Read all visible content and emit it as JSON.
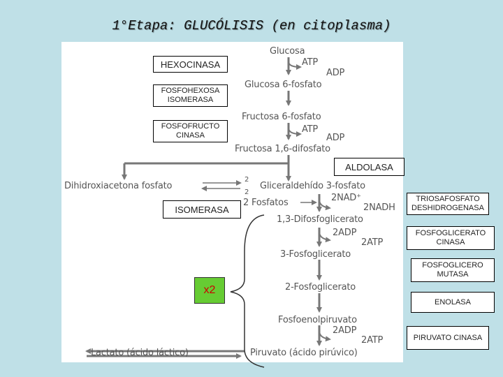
{
  "title": "1°Etapa: GLUCÓLISIS (en citoplasma)",
  "metabolites": {
    "glucosa": "Glucosa",
    "glucosa_6p": "Glucosa 6-fosfato",
    "fructosa_6p": "Fructosa 6-fosfato",
    "fructosa_16dp": "Fructosa 1,6-difosfato",
    "dihidroxiacetona": "Dihidroxiacetona fosfato",
    "gliceraldehido": "Gliceraldehído 3-fosfato",
    "dos_fosfatos": "2 Fosfatos",
    "difosfoglicerato": "1,3-Difosfoglicerato",
    "fosfoglicerato_3": "3-Fosfoglicerato",
    "fosfoglicerato_2": "2-Fosfoglicerato",
    "fosfoenolpiruvato": "Fosfoenolpiruvato",
    "piruvato": "Piruvato (ácido pirúvico)",
    "lactato": "Lactato (ácido láctico)"
  },
  "cofactors": {
    "atp_1": "ATP",
    "adp_1": "ADP",
    "atp_2": "ATP",
    "adp_2": "ADP",
    "nad": "2NAD⁺",
    "nadh": "2NADH",
    "adp2_1": "2ADP",
    "atp2_1": "2ATP",
    "adp2_2": "2ADP",
    "atp2_2": "2ATP",
    "two_1": "2",
    "two_2": "2"
  },
  "enzymes": {
    "hexocinasa": "HEXOCINASA",
    "fosfohexosa": "FOSFOHEXOSA ISOMERASA",
    "fosfofructo": "FOSFOFRUCTO CINASA",
    "aldolasa": "ALDOLASA",
    "isomerasa": "ISOMERASA",
    "triosafosfato": "TRIOSAFOSFATO DESHIDROGENASA",
    "fosfoglicerato_cinasa": "FOSFOGLICERATO CINASA",
    "fosfoglicero_mutasa": "FOSFOGLICERO MUTASA",
    "enolasa": "ENOLASA",
    "piruvato_cinasa": "PIRUVATO CINASA"
  },
  "multiplier": "x2",
  "colors": {
    "background": "#bfe0e7",
    "panel": "#ffffff",
    "arrow": "#777777",
    "badge": "#66cc33",
    "badge_text": "#cc0000"
  }
}
